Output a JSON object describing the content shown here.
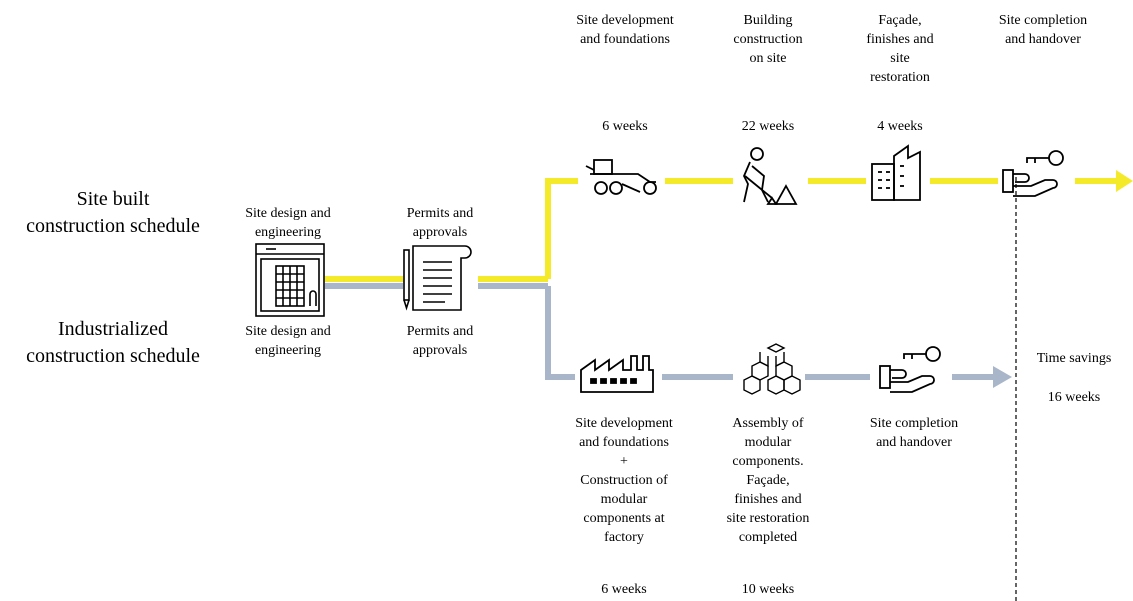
{
  "rows": {
    "site_built_label": "Site built\nconstruction schedule",
    "industrialized_label": "Industrialized\nconstruction schedule"
  },
  "shared": {
    "design_top": "Site design and\nengineering",
    "design_bottom": "Site design and\nengineering",
    "permits_top": "Permits and\napprovals",
    "permits_bottom": "Permits and\napprovals"
  },
  "site_built": {
    "line_color": "#f5ea2a",
    "stages": [
      {
        "label": "Site development\nand foundations",
        "duration": "6 weeks",
        "icon": "grader-icon"
      },
      {
        "label": "Building\nconstruction\non site",
        "duration": "22 weeks",
        "icon": "worker-digging-icon"
      },
      {
        "label": "Façade,\nfinishes and\nsite\nrestoration",
        "duration": "4 weeks",
        "icon": "buildings-icon"
      },
      {
        "label": "Site completion\nand handover",
        "duration": "",
        "icon": "hand-key-icon"
      }
    ]
  },
  "industrialized": {
    "line_color": "#a9b6c9",
    "stages": [
      {
        "label": "Site development\nand foundations\n+\nConstruction of\nmodular\ncomponents at\nfactory",
        "duration": "6 weeks",
        "icon": "factory-icon"
      },
      {
        "label": "Assembly of\nmodular\ncomponents.\nFaçade,\nfinishes and\nsite restoration\ncompleted",
        "duration": "10 weeks",
        "icon": "cubes-icon"
      },
      {
        "label": "Site completion\nand handover",
        "duration": "",
        "icon": "hand-key-icon"
      }
    ]
  },
  "savings": {
    "label": "Time savings",
    "value": "16 weeks"
  }
}
